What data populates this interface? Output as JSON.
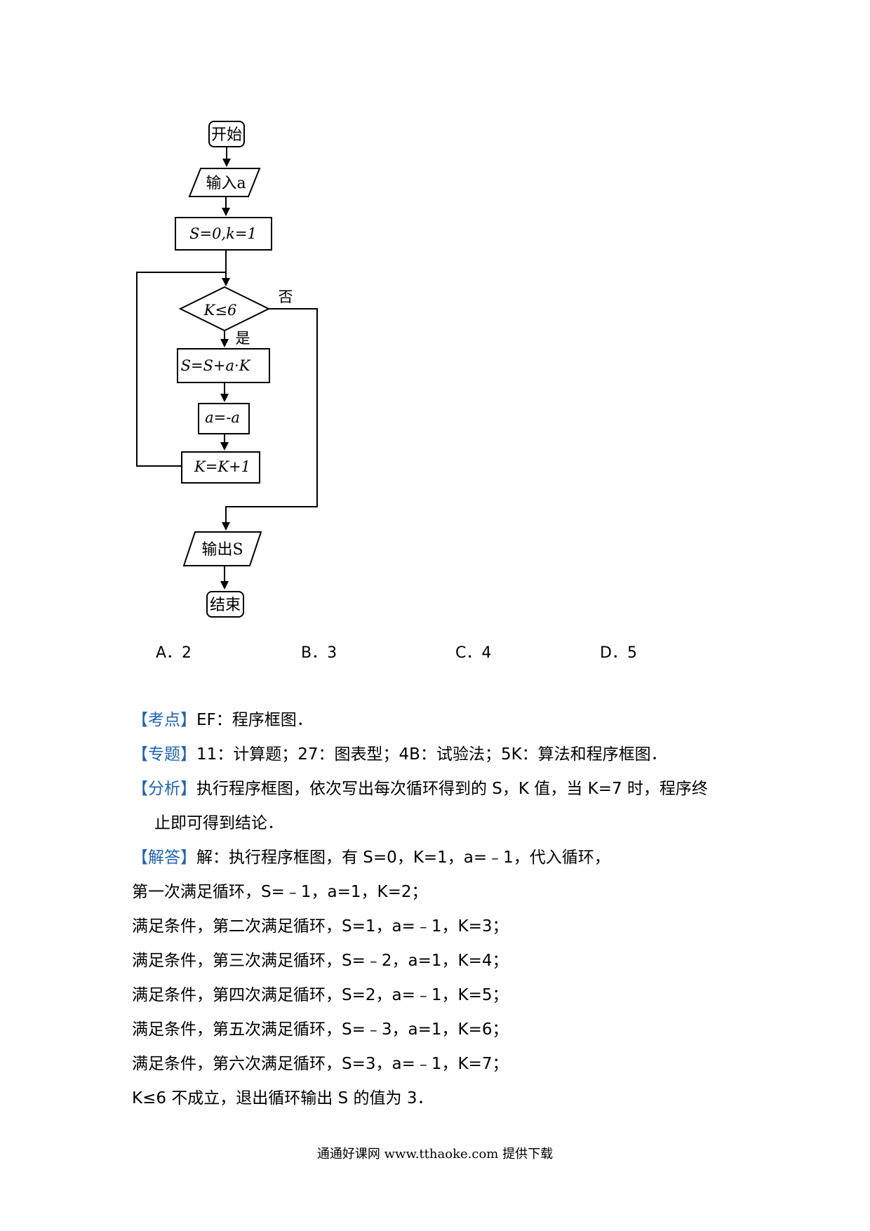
{
  "flowchart": {
    "start": "开始",
    "input": "输入a",
    "init": "S=0,k=1",
    "condition": "K≤6",
    "no_label": "否",
    "yes_label": "是",
    "step1": "S=S+a·K",
    "step2": "a=-a",
    "step3": "K=K+1",
    "output": "输出S",
    "end": "结束"
  },
  "choices": [
    "A．2",
    "B．3",
    "C．4",
    "D．5"
  ],
  "solution": {
    "kaodian": {
      "tag": "【考点】",
      "text": "EF：程序框图．"
    },
    "zhuanti": {
      "tag": "【专题】",
      "text": "11：计算题；27：图表型；4B：试验法；5K：算法和程序框图．"
    },
    "fenxi": {
      "tag": "【分析】",
      "text": "执行程序框图，依次写出每次循环得到的 S，K 值，当 K=7 时，程序终",
      "text2": "止即可得到结论．"
    },
    "jieda": {
      "tag": "【解答】",
      "text": "解：执行程序框图，有 S=0，K=1，a=﹣1，代入循环，"
    },
    "lines": [
      "第一次满足循环，S=﹣1，a=1，K=2；",
      "满足条件，第二次满足循环，S=1，a=﹣1，K=3；",
      "满足条件，第三次满足循环，S=﹣2，a=1，K=4；",
      "满足条件，第四次满足循环，S=2，a=﹣1，K=5；",
      "满足条件，第五次满足循环，S=﹣3，a=1，K=6；",
      "满足条件，第六次满足循环，S=3，a=﹣1，K=7；",
      "K≤6 不成立，退出循环输出 S 的值为 3．"
    ]
  },
  "footer": "通通好课网  www.tthaoke.com  提供下载"
}
